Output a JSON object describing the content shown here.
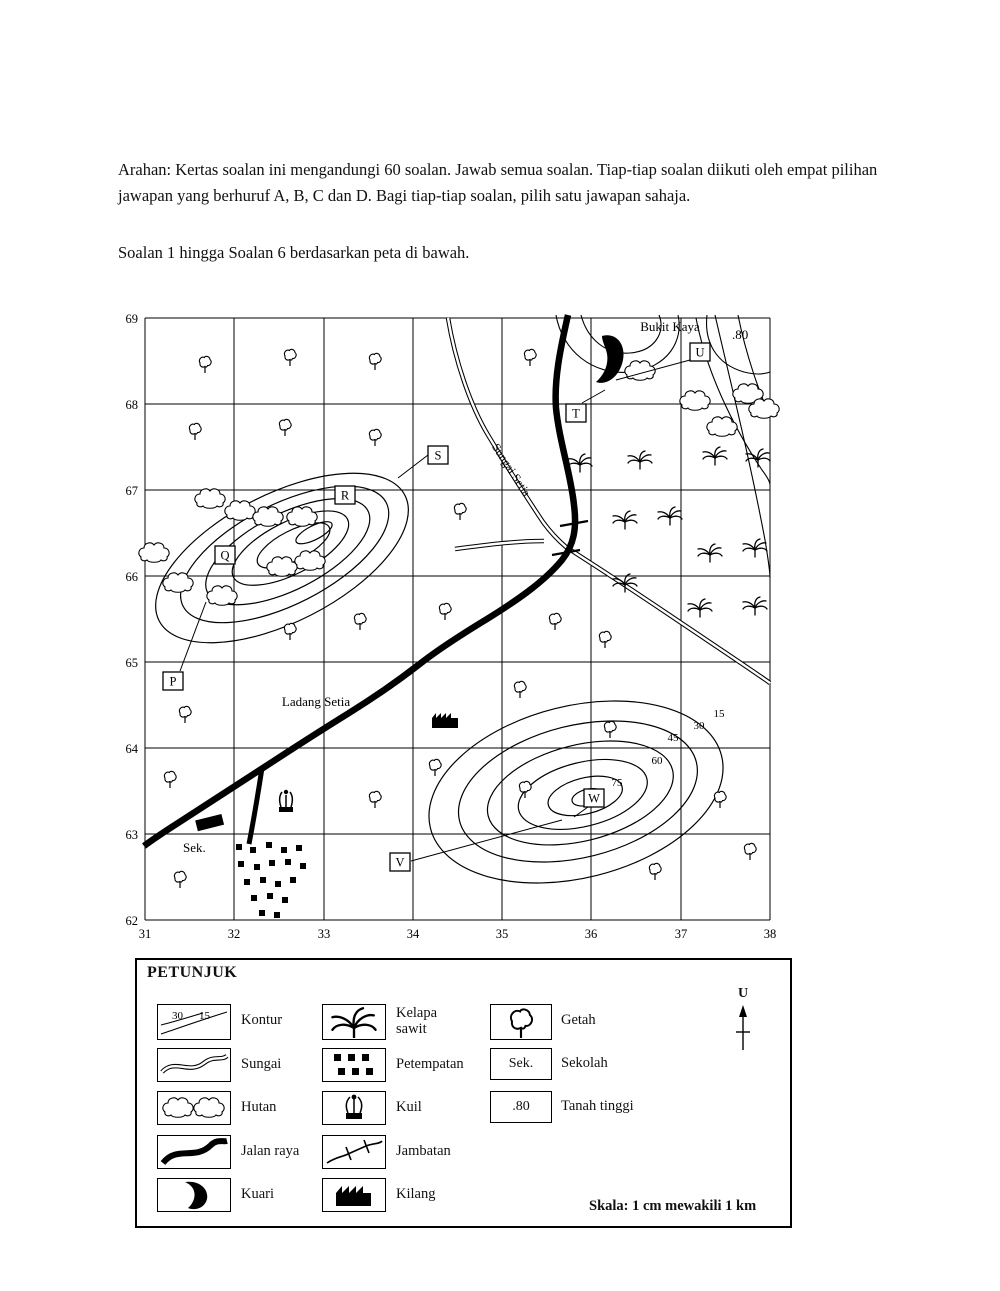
{
  "header": {
    "instructions": "Arahan: Kertas soalan ini mengandungi 60 soalan. Jawab semua soalan. Tiap-tiap soalan diikuti oleh empat pilihan jawapan yang berhuruf A, B, C dan D. Bagi tiap-tiap soalan, pilih satu jawapan sahaja.",
    "map_intro": "Soalan 1 hingga Soalan 6 berdasarkan peta di bawah."
  },
  "map": {
    "northings": [
      "69",
      "68",
      "67",
      "66",
      "65",
      "64",
      "63",
      "62"
    ],
    "eastings": [
      "31",
      "32",
      "33",
      "34",
      "35",
      "36",
      "37",
      "38"
    ],
    "place_labels": {
      "hill_name": "Bukit Kaya",
      "spot_height": ".80",
      "river_name": "Sungai Setia",
      "estate_name": "Ladang Setia",
      "school_abbr": "Sek."
    },
    "markers": {
      "P": "P",
      "Q": "Q",
      "R": "R",
      "S": "S",
      "T": "T",
      "U": "U",
      "V": "V",
      "W": "W"
    },
    "contour_labels": [
      "75",
      "60",
      "45",
      "30",
      "15"
    ]
  },
  "legend": {
    "title": "PETUNJUK",
    "kontur_values": [
      "30",
      "15"
    ],
    "col1": [
      {
        "label": "Kontur"
      },
      {
        "label": "Sungai"
      },
      {
        "label": "Hutan"
      },
      {
        "label": "Jalan raya"
      },
      {
        "label": "Kuari"
      }
    ],
    "col2": [
      {
        "label": "Kelapa sawit"
      },
      {
        "label": "Petempatan"
      },
      {
        "label": "Kuil"
      },
      {
        "label": "Jambatan"
      },
      {
        "label": "Kilang"
      }
    ],
    "col3": [
      {
        "label": "Getah"
      },
      {
        "symbol_text": "Sek.",
        "label": "Sekolah"
      },
      {
        "symbol_text": ".80",
        "label": "Tanah tinggi"
      }
    ],
    "north_label": "U",
    "scale": "Skala: 1 cm mewakili 1 km"
  }
}
